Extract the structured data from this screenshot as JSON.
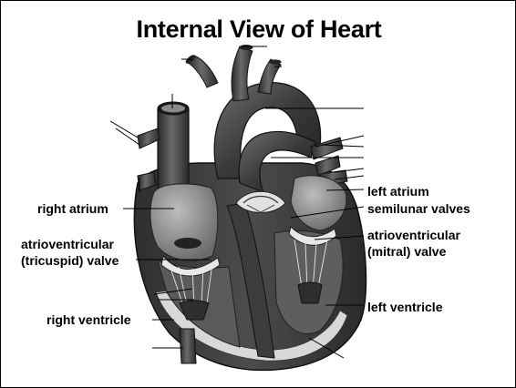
{
  "title": "Internal View of Heart",
  "labels": {
    "right_atrium": "right atrium",
    "tricuspid_line1": "atrioventricular",
    "tricuspid_line2": "(tricuspid) valve",
    "right_ventricle": "right ventricle",
    "left_atrium": "left atrium",
    "semilunar": "semilunar valves",
    "mitral_line1": "atrioventricular",
    "mitral_line2": "(mitral) valve",
    "left_ventricle": "left ventricle"
  }
}
